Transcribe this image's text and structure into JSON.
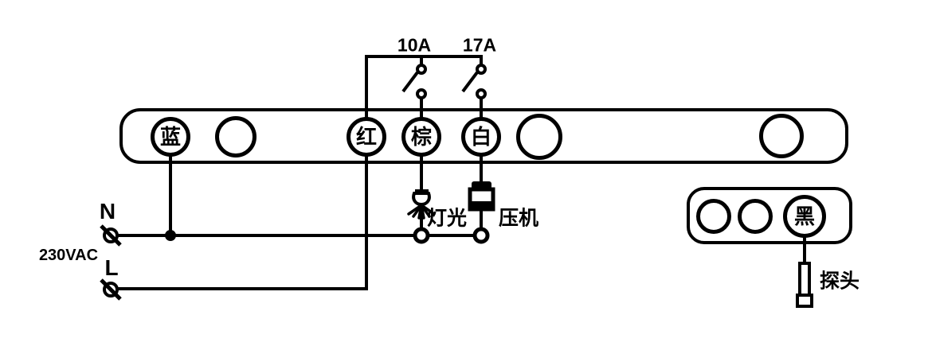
{
  "colors": {
    "line": "#000000",
    "background": "#ffffff"
  },
  "fuses": {
    "left_rating": "10A",
    "right_rating": "17A"
  },
  "power": {
    "neutral_label": "N",
    "live_label": "L",
    "voltage_label": "230VAC"
  },
  "controller_strip": {
    "terminals": [
      {
        "label": "蓝"
      },
      {
        "label": ""
      },
      {
        "label": "红"
      },
      {
        "label": "棕"
      },
      {
        "label": "白"
      },
      {
        "label": ""
      },
      {
        "label": ""
      }
    ]
  },
  "loads": {
    "light_label": "灯光",
    "compressor_label": "压机"
  },
  "sensor_block": {
    "terminals": [
      {
        "label": ""
      },
      {
        "label": ""
      },
      {
        "label": "黑"
      }
    ],
    "probe_label": "探头"
  }
}
